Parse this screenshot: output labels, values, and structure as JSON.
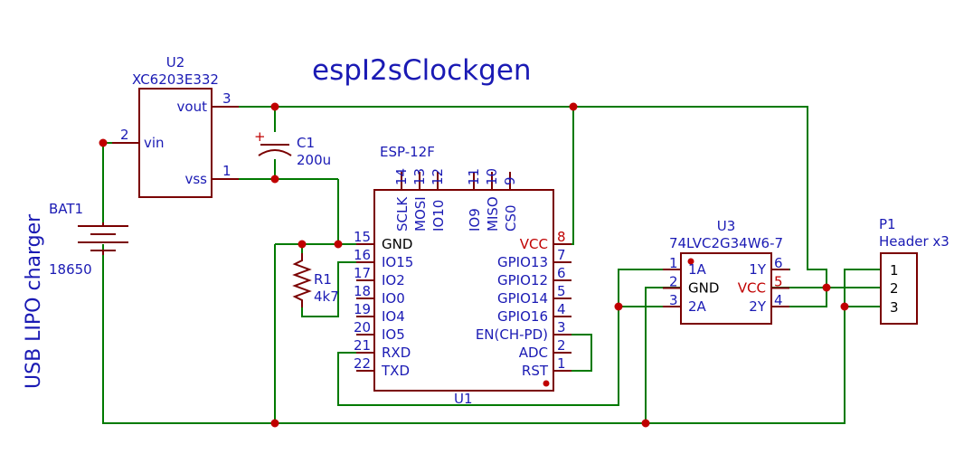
{
  "title": "espI2sClockgen",
  "side_label": "USB LIPO charger",
  "colors": {
    "wire": "#007a00",
    "body": "#7a0000",
    "junction": "#c00000",
    "text": "#1a1ab4",
    "power_pin": "#c00000"
  },
  "u2": {
    "ref": "U2",
    "value": "XC6203E332",
    "vout": "vout",
    "vin": "vin",
    "vss": "vss",
    "p3": "3",
    "p2": "2",
    "p1": "1"
  },
  "c1": {
    "ref": "C1",
    "value": "200u",
    "plus": "+"
  },
  "bat1": {
    "ref": "BAT1",
    "value": "18650"
  },
  "r1": {
    "ref": "R1",
    "value": "4k7"
  },
  "u1": {
    "ref": "U1",
    "value": "ESP-12F",
    "top_pins": [
      {
        "num": "14",
        "name": "SCLK"
      },
      {
        "num": "13",
        "name": "MOSI"
      },
      {
        "num": "12",
        "name": "IO10"
      },
      {
        "num": "11",
        "name": "IO9"
      },
      {
        "num": "10",
        "name": "MISO"
      },
      {
        "num": "9",
        "name": "CS0"
      }
    ],
    "left_pins": [
      {
        "num": "15",
        "name": "GND"
      },
      {
        "num": "16",
        "name": "IO15"
      },
      {
        "num": "17",
        "name": "IO2"
      },
      {
        "num": "18",
        "name": "IO0"
      },
      {
        "num": "19",
        "name": "IO4"
      },
      {
        "num": "20",
        "name": "IO5"
      },
      {
        "num": "21",
        "name": "RXD"
      },
      {
        "num": "22",
        "name": "TXD"
      }
    ],
    "right_pins": [
      {
        "num": "8",
        "name": "VCC"
      },
      {
        "num": "7",
        "name": "GPIO13"
      },
      {
        "num": "6",
        "name": "GPIO12"
      },
      {
        "num": "5",
        "name": "GPIO14"
      },
      {
        "num": "4",
        "name": "GPIO16"
      },
      {
        "num": "3",
        "name": "EN(CH-PD)"
      },
      {
        "num": "2",
        "name": "ADC"
      },
      {
        "num": "1",
        "name": "RST"
      }
    ]
  },
  "u3": {
    "ref": "U3",
    "value": "74LVC2G34W6-7",
    "left_pins": [
      {
        "num": "1",
        "name": "1A"
      },
      {
        "num": "2",
        "name": "GND"
      },
      {
        "num": "3",
        "name": "2A"
      }
    ],
    "right_pins": [
      {
        "num": "6",
        "name": "1Y"
      },
      {
        "num": "5",
        "name": "VCC"
      },
      {
        "num": "4",
        "name": "2Y"
      }
    ]
  },
  "p1": {
    "ref": "P1",
    "value": "Header x3",
    "pins": [
      "1",
      "2",
      "3"
    ]
  }
}
